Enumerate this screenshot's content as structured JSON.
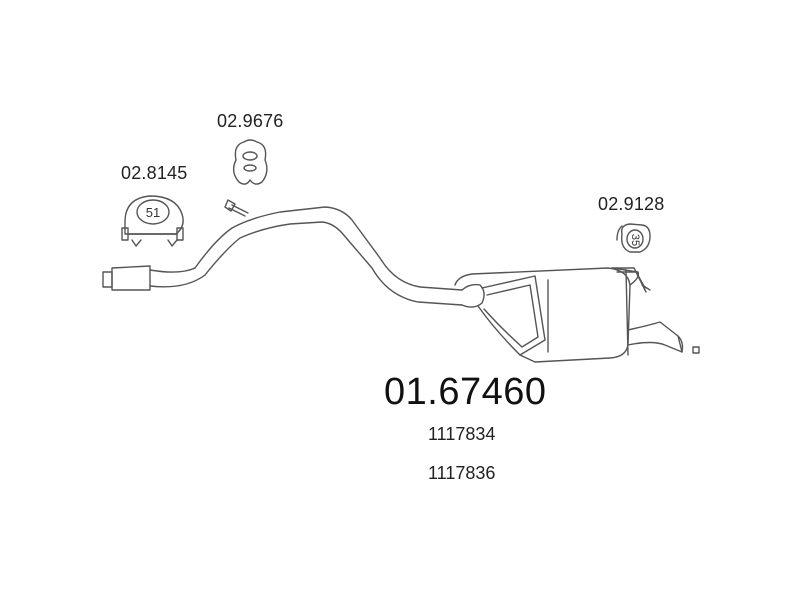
{
  "parts": {
    "clamp": {
      "number": "02.8145",
      "size_label": "51"
    },
    "rubber_hanger_front": {
      "number": "02.9676"
    },
    "rubber_hanger_rear": {
      "number": "02.9128",
      "size_label": "35"
    }
  },
  "main_part_number": "01.67460",
  "oem_numbers": [
    "1117834",
    "1117836"
  ],
  "line_color": "#555555"
}
